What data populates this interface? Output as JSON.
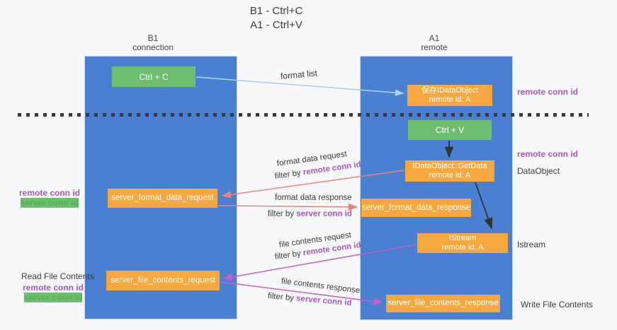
{
  "title": {
    "line1": "B1 - Ctrl+C",
    "line2": "A1 - Ctrl+V"
  },
  "lanes": {
    "left": {
      "name": "B1",
      "sub": "connection"
    },
    "right": {
      "name": "A1",
      "sub": "remote"
    }
  },
  "nodes": {
    "ctrl_c": "Ctrl + C",
    "ctrl_v": "Ctrl + V",
    "retain": {
      "line1": "保存IDataObject",
      "line2": "remote id: A"
    },
    "getdata": {
      "line1": "IDataObject::GetData",
      "line2": "remote id: A"
    },
    "istream": {
      "line1": "IStream",
      "line2": "remote id: A"
    },
    "fmt_request": "server_format_data_request",
    "fmt_response": "server_format_data_response",
    "file_request": "server_file_contents_request",
    "file_response": "server_file_contents_response"
  },
  "edge_labels": {
    "format_list": "format list",
    "fmt_req": "format data request",
    "fmt_req_filter_prefix": "filter by ",
    "fmt_req_filter_key": "remote conn id",
    "fmt_resp": "format data response",
    "fmt_resp_filter_prefix": "filter by ",
    "fmt_resp_filter_key": "server conn id",
    "file_req": "file contents request",
    "file_req_filter_prefix": "filter by ",
    "file_req_filter_key": "remote conn id",
    "file_resp": "file contents response",
    "file_resp_filter_prefix": "filter by ",
    "file_resp_filter_key": "server conn id"
  },
  "side_labels": {
    "right_top_conn": "remote conn id",
    "right_mid_conn": "remote conn id",
    "dataobject": "DataObject",
    "istream": "Istream",
    "write_file": "Write File Contents",
    "left_mid_remote": "remote conn id",
    "left_mid_server": "server conn id",
    "read_file": "Read File Contents",
    "left_bottom_remote": "remote conn id",
    "left_bottom_server": "server conn id"
  },
  "colors": {
    "lane_blue": "#4a80d2",
    "node_green": "#6fbd6f",
    "node_orange": "#f6a83e",
    "arrow_light_blue": "#a8d2f0",
    "arrow_salmon": "#e8837c",
    "arrow_magenta": "#c75fc7",
    "arrow_black": "#333333",
    "text_purple": "#a855be",
    "text_green": "#55b055"
  }
}
